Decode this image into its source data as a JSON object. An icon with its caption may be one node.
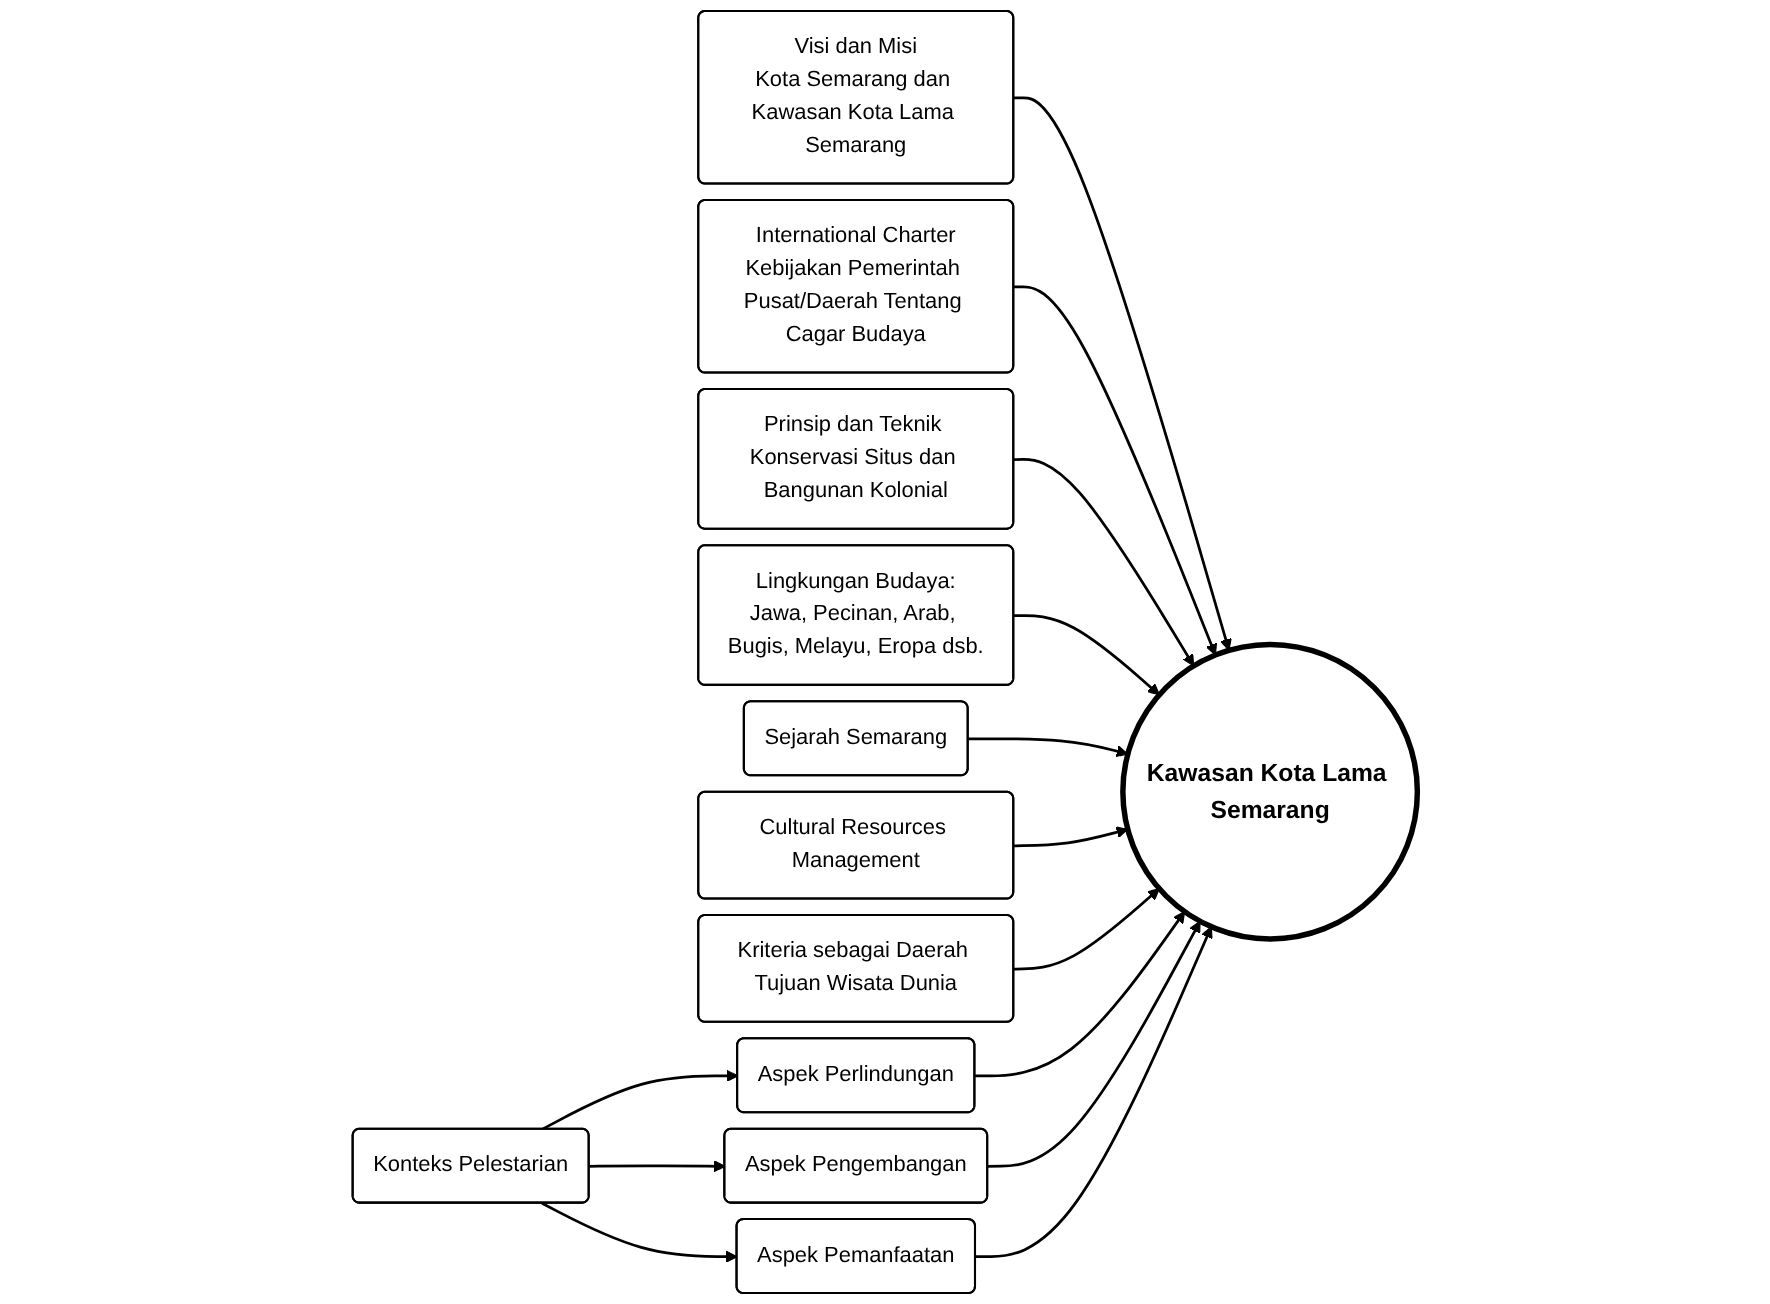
{
  "diagram": {
    "nodes": [
      {
        "text": [
          "Visi dan Misi",
          "Kota Semarang dan Kawasan Kota Lama Semarang"
        ]
      },
      {
        "text": [
          "International Charter",
          "Kebijakan Pemerintah Pusat/Daerah Tentang Cagar Budaya"
        ]
      },
      {
        "text": [
          "Prinsip dan Teknik Konservasi Situs dan Bangunan Kolonial"
        ]
      },
      {
        "text": [
          "Lingkungan Budaya:",
          "Jawa, Pecinan, Arab, Bugis, Melayu, Eropa dsb."
        ]
      },
      {
        "text": [
          "Kawasan Kota Lama Semarang"
        ]
      },
      {
        "text": [
          "Sejarah Semarang"
        ]
      },
      {
        "text": [
          "Cultural Resources Management"
        ]
      },
      {
        "text": [
          "Kriteria sebagai Daerah Tujuan Wisata Dunia"
        ]
      },
      {
        "text": [
          "Aspek Perlindungan"
        ]
      },
      {
        "text": [
          "Aspek Pengembangan"
        ]
      },
      {
        "text": [
          "Aspek Pemanfaatan"
        ]
      },
      {
        "text": [
          "Konteks Pelestarian"
        ]
      }
    ],
    "edges": [
      {
        "from": 0,
        "to": 4,
        "arrow": "to"
      },
      {
        "from": 1,
        "to": 4,
        "arrow": "to"
      },
      {
        "from": 2,
        "to": 4,
        "arrow": "to"
      },
      {
        "from": 3,
        "to": 4,
        "arrow": "to"
      },
      {
        "from": 5,
        "to": 4,
        "arrow": "to"
      },
      {
        "from": 6,
        "to": 4,
        "arrow": "to"
      },
      {
        "from": 7,
        "to": 4,
        "arrow": "to"
      },
      {
        "from": 8,
        "to": 4,
        "arrow": "to"
      },
      {
        "from": 9,
        "to": 4,
        "arrow": "to"
      },
      {
        "from": 10,
        "to": 4,
        "arrow": "to"
      },
      {
        "from": 11,
        "to": 8,
        "arrow": "to"
      },
      {
        "from": 11,
        "to": 9,
        "arrow": "to"
      },
      {
        "from": 11,
        "to": 10,
        "arrow": "to"
      }
    ]
  }
}
